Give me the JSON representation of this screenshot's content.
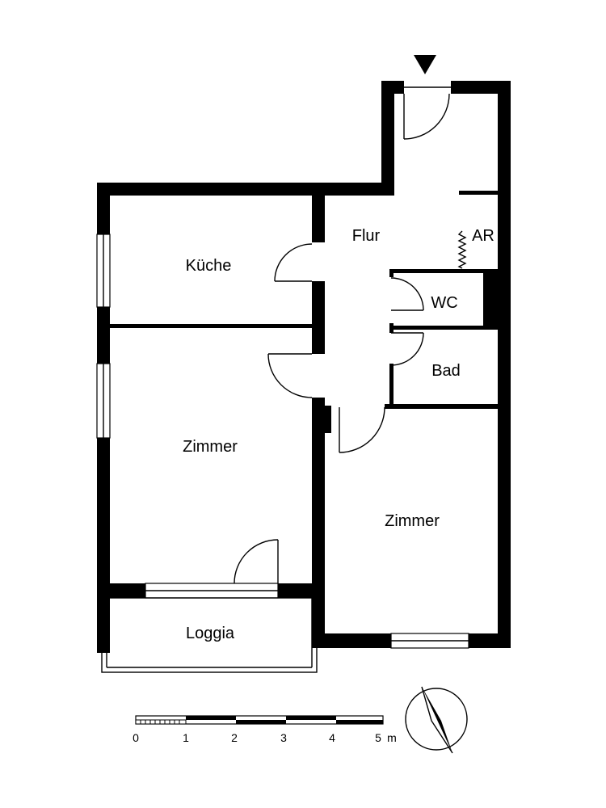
{
  "rooms": {
    "kueche": "Küche",
    "flur": "Flur",
    "ar": "AR",
    "wc": "WC",
    "bad": "Bad",
    "zimmer_left": "Zimmer",
    "zimmer_right": "Zimmer",
    "loggia": "Loggia"
  },
  "scale": {
    "ticks": [
      "0",
      "1",
      "2",
      "3",
      "4",
      "5"
    ],
    "unit": "m"
  },
  "icons": {
    "entrance": "entrance-arrow-icon",
    "north": "north-arrow-icon"
  }
}
